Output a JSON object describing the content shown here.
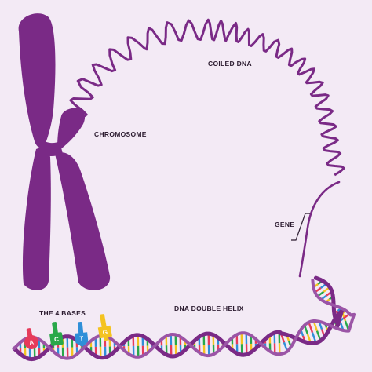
{
  "labels": {
    "coiled_dna": "COILED DNA",
    "chromosome": "CHROMOSOME",
    "gene": "GENE",
    "dna_double_helix": "DNA DOUBLE HELIX",
    "the_4_bases": "THE 4 BASES"
  },
  "bases": [
    {
      "letter": "A",
      "color": "#e63b5a"
    },
    {
      "letter": "C",
      "color": "#29a84a"
    },
    {
      "letter": "T",
      "color": "#2f8fd8"
    },
    {
      "letter": "G",
      "color": "#f4c320"
    }
  ],
  "colors": {
    "background": "#f3eaf5",
    "dna": "#7a2a86",
    "chromosome": "#7a2a86",
    "label": "#2b1b2f"
  }
}
